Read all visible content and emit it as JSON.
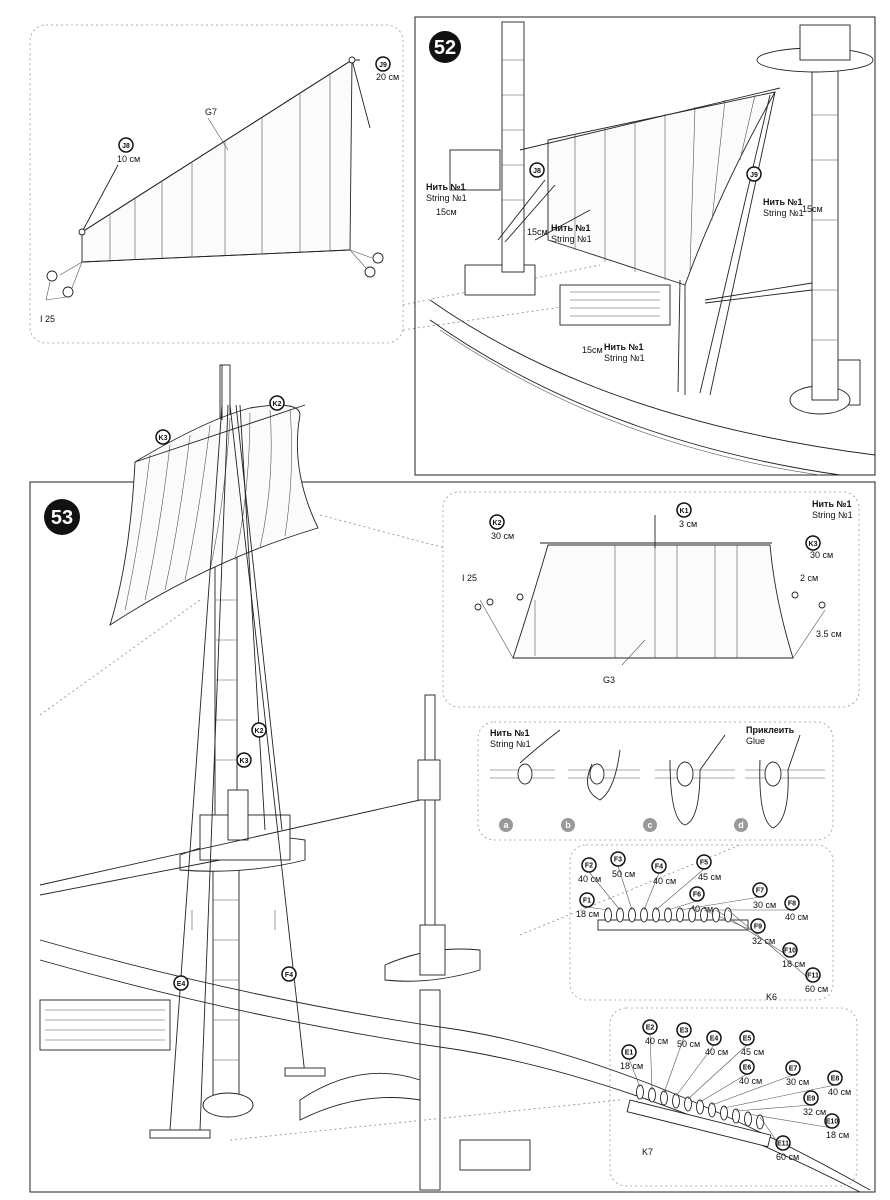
{
  "steps": {
    "s52": "52",
    "s53": "53"
  },
  "detail_sail_g7": {
    "sail": "G7",
    "j8": {
      "code": "J8",
      "len": "10 см"
    },
    "j9": {
      "code": "J9",
      "len": "20 см"
    },
    "blocks": "I 25"
  },
  "step52_labels": {
    "j8": "J8",
    "j9": "J9",
    "left_string_ru": "Нить №1",
    "left_string_en": "String №1",
    "left_len": "15см",
    "mid_string_ru": "Нить №1",
    "mid_string_en": "String №1",
    "mid_len": "15см",
    "right_string_ru": "Нить №1",
    "right_string_en": "String №1",
    "right_len": "15см",
    "low_string_ru": "Нить №1",
    "low_string_en": "String №1",
    "low_len": "15см"
  },
  "step53_mast": {
    "k3": "K3",
    "k2": "K2",
    "k3b": "K3",
    "k2b": "K2",
    "e4": "E4",
    "f4": "F4"
  },
  "detail_sail_g3": {
    "string_ru": "Нить №1",
    "string_en": "String №1",
    "k1": {
      "code": "K1",
      "len": "3 см"
    },
    "k2": {
      "code": "K2",
      "len": "30 см"
    },
    "k3": {
      "code": "K3",
      "len": "30 см"
    },
    "blocks": "I 25",
    "d1": "2 см",
    "d2": "3.5 см",
    "sail": "G3"
  },
  "knot_detail": {
    "string_ru": "Нить №1",
    "string_en": "String №1",
    "glue_ru": "Приклеить",
    "glue_en": "Glue",
    "steps": [
      "a",
      "b",
      "c",
      "d"
    ]
  },
  "pinrail_k6": {
    "rail": "K6",
    "pins": [
      {
        "code": "F1",
        "len": "18 см"
      },
      {
        "code": "F2",
        "len": "40 см"
      },
      {
        "code": "F3",
        "len": "50 см"
      },
      {
        "code": "F4",
        "len": "40 см"
      },
      {
        "code": "F5",
        "len": "45 см"
      },
      {
        "code": "F6",
        "len": "40 см"
      },
      {
        "code": "F7",
        "len": "30 см"
      },
      {
        "code": "F8",
        "len": "40 см"
      },
      {
        "code": "F9",
        "len": "32 см"
      },
      {
        "code": "F10",
        "len": "18 см"
      },
      {
        "code": "F11",
        "len": "60 см"
      }
    ]
  },
  "pinrail_k7": {
    "rail": "K7",
    "pins": [
      {
        "code": "E1",
        "len": "18 см"
      },
      {
        "code": "E2",
        "len": "40 см"
      },
      {
        "code": "E3",
        "len": "50 см"
      },
      {
        "code": "E4",
        "len": "40 см"
      },
      {
        "code": "E5",
        "len": "45 см"
      },
      {
        "code": "E6",
        "len": "40 см"
      },
      {
        "code": "E7",
        "len": "30 см"
      },
      {
        "code": "E8",
        "len": "40 см"
      },
      {
        "code": "E9",
        "len": "32 см"
      },
      {
        "code": "E10",
        "len": "18 см"
      },
      {
        "code": "E11",
        "len": "60 см"
      }
    ]
  }
}
